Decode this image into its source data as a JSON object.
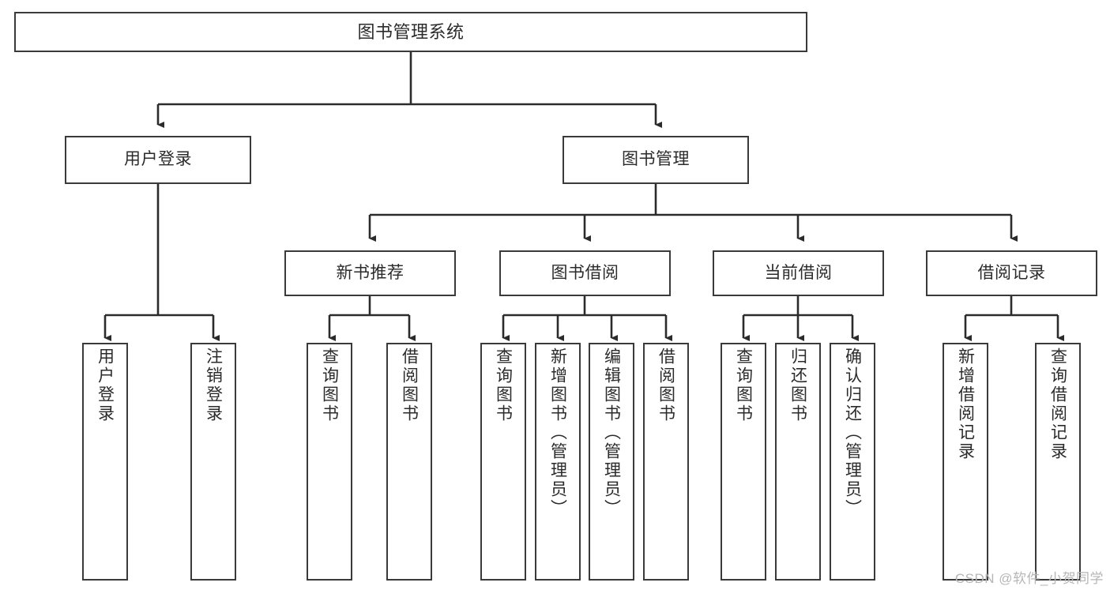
{
  "diagram": {
    "type": "tree-hierarchy",
    "title": "图书管理系统",
    "watermark": "CSDN @软件_小贺同学",
    "colors": {
      "box_stroke": "#3a3a3a",
      "box_fill": "#ffffff",
      "connector": "#2b2b2b",
      "text": "#2b2b2b",
      "watermark": "#b6b6b6"
    },
    "levels": {
      "root": {
        "label": "图书管理系统"
      },
      "level1": [
        {
          "label": "用户登录"
        },
        {
          "label": "图书管理"
        }
      ],
      "level2": [
        {
          "label": "新书推荐"
        },
        {
          "label": "图书借阅"
        },
        {
          "label": "当前借阅"
        },
        {
          "label": "借阅记录"
        }
      ]
    },
    "leaves": {
      "user_login": [
        {
          "label": "用户登录"
        },
        {
          "label": "注销登录"
        }
      ],
      "new_book_recommend": [
        {
          "label": "查询图书"
        },
        {
          "label": "借阅图书"
        }
      ],
      "book_borrow": [
        {
          "label": "查询图书"
        },
        {
          "label": "新增图书（管理员）"
        },
        {
          "label": "编辑图书（管理员）"
        },
        {
          "label": "借阅图书"
        }
      ],
      "current_borrow": [
        {
          "label": "查询图书"
        },
        {
          "label": "归还图书"
        },
        {
          "label": "确认归还（管理员）"
        }
      ],
      "borrow_record": [
        {
          "label": "新增借阅记录"
        },
        {
          "label": "查询借阅记录"
        }
      ]
    }
  }
}
